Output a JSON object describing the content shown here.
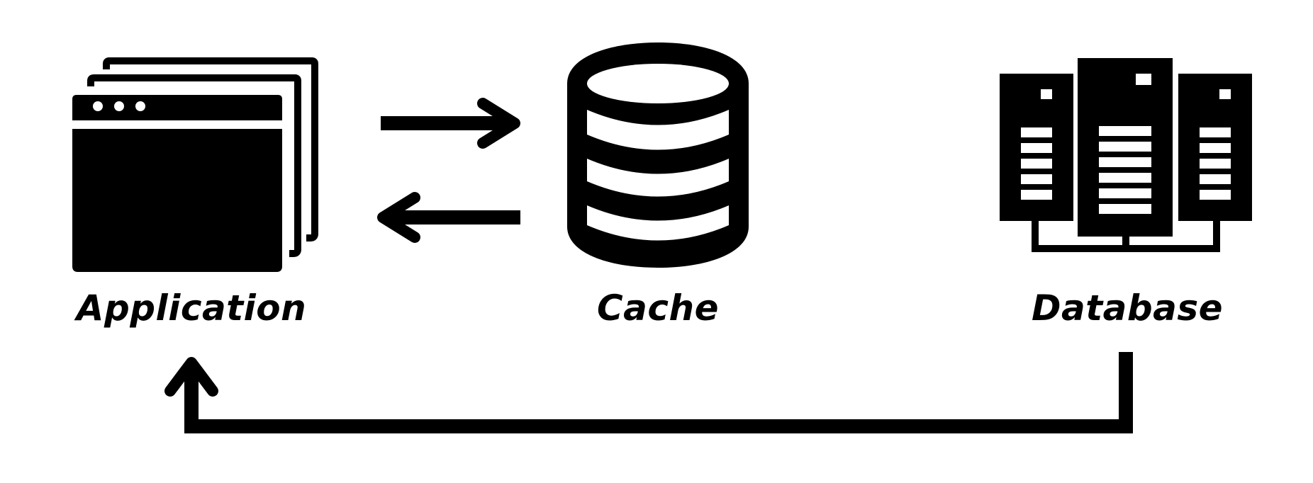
{
  "diagram": {
    "nodes": {
      "application": {
        "label": "Application",
        "icon": "browser-windows-icon"
      },
      "cache": {
        "label": "Cache",
        "icon": "cache-database-icon"
      },
      "database": {
        "label": "Database",
        "icon": "server-rack-icon"
      }
    },
    "edges": [
      {
        "from": "Application",
        "to": "Cache"
      },
      {
        "from": "Cache",
        "to": "Application"
      },
      {
        "from": "Database",
        "to": "Application"
      }
    ],
    "colors": {
      "ink": "#000000",
      "background": "#ffffff"
    }
  }
}
